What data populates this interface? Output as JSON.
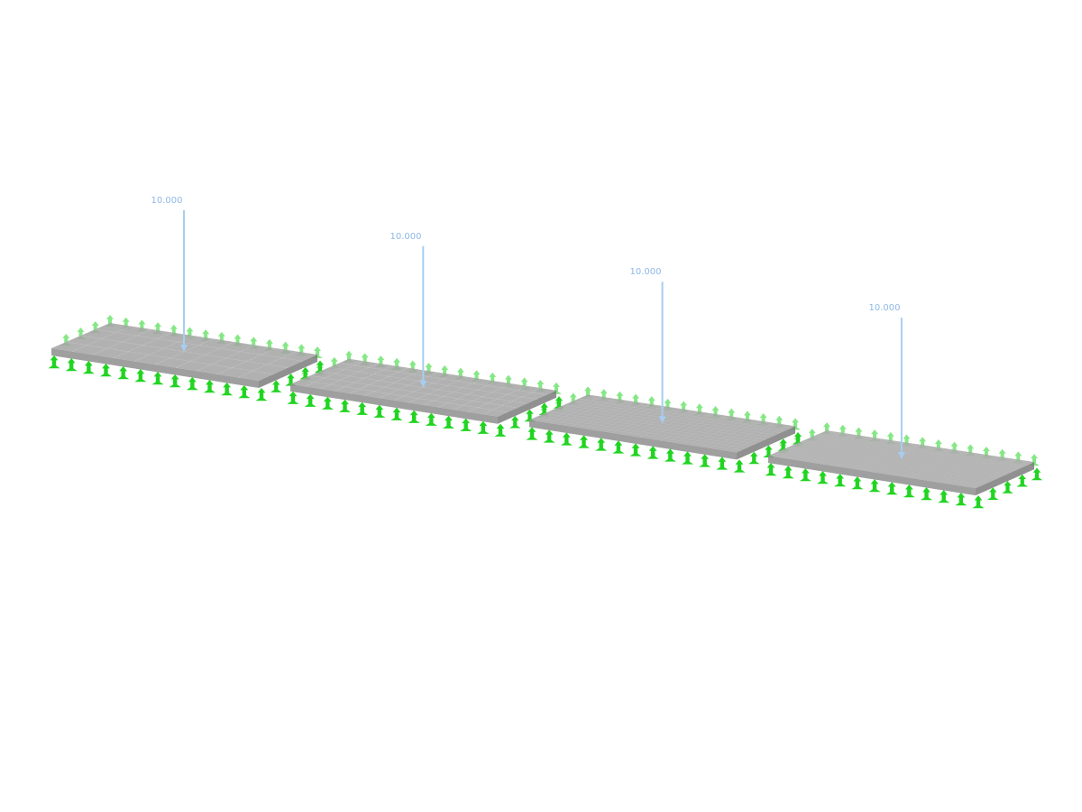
{
  "viewport": {
    "background": "#ffffff",
    "colors": {
      "plate_top": "#a3a3a3",
      "plate_side": "#8e8e8e",
      "mesh": "#c8c8c8",
      "support": "#22d422",
      "support_dark": "#1a9a1a",
      "load": "#a8cdf0",
      "load_label": "#8fb8e6"
    },
    "models": [
      {
        "load_label": "10.000",
        "mesh": "coarse"
      },
      {
        "load_label": "10.000",
        "mesh": "medium"
      },
      {
        "load_label": "10.000",
        "mesh": "fine"
      },
      {
        "load_label": "10.000",
        "mesh": "very-fine"
      }
    ]
  }
}
